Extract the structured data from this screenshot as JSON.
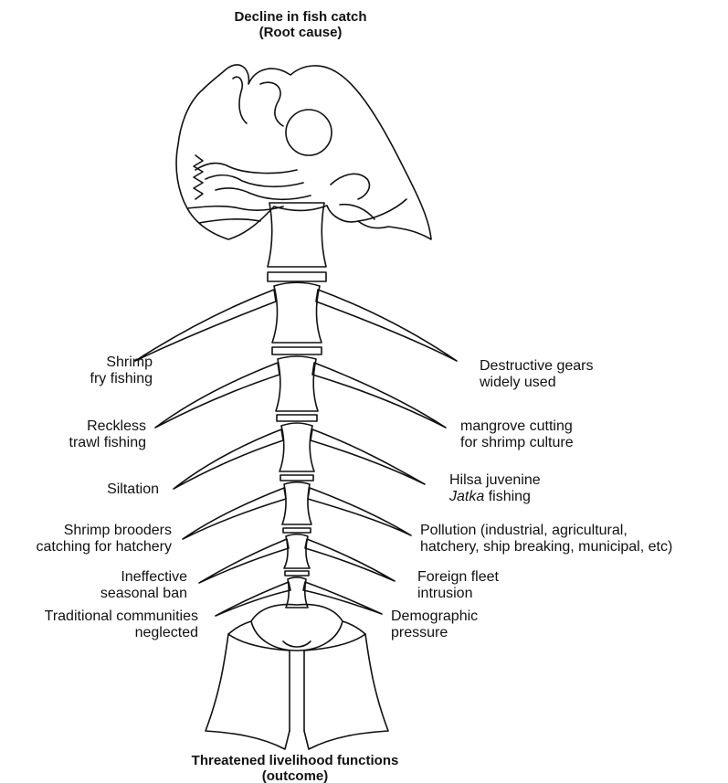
{
  "title": {
    "line1": "Decline in fish catch",
    "line2": "(Root cause)"
  },
  "outcome": {
    "line1": "Threatened livelihood functions",
    "line2": "(outcome)"
  },
  "left_causes": [
    {
      "line1": "Shrimp",
      "line2": "fry fishing"
    },
    {
      "line1": "Reckless",
      "line2": "trawl fishing"
    },
    {
      "line1": "Siltation"
    },
    {
      "line1": "Shrimp brooders",
      "line2": "catching for hatchery"
    },
    {
      "line1": "Ineffective",
      "line2": "seasonal ban"
    },
    {
      "line1": "Traditional communities",
      "line2": "neglected"
    }
  ],
  "right_causes": [
    {
      "line1": "Destructive gears",
      "line2": "widely used"
    },
    {
      "line1": "mangrove cutting",
      "line2": "for shrimp culture"
    },
    {
      "line1": "Hilsa juvenine",
      "line2_italic": "Jatka",
      "line2_rest": " fishing"
    },
    {
      "line1": "Pollution (industrial, agricultural,",
      "line2": "hatchery, ship breaking, municipal, etc)"
    },
    {
      "line1": "Foreign fleet",
      "line2": "intrusion"
    },
    {
      "line1": "Demographic",
      "line2": "pressure"
    }
  ]
}
